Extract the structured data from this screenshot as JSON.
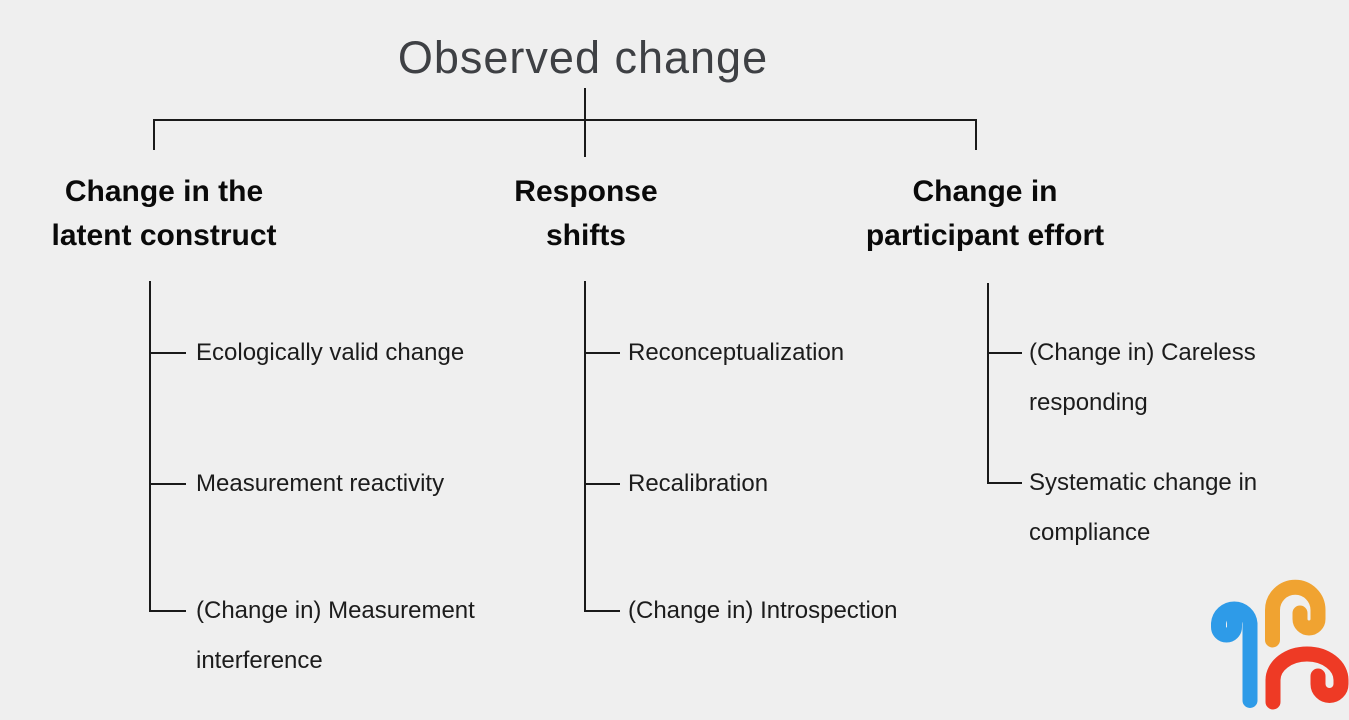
{
  "title": "Observed change",
  "branches": [
    {
      "heading_lines": [
        "Change in the",
        "latent construct"
      ],
      "items": [
        {
          "lines": [
            "Ecologically valid change",
            ""
          ]
        },
        {
          "lines": [
            "Measurement reactivity",
            ""
          ]
        },
        {
          "lines": [
            "(Change in) Measurement",
            "interference"
          ]
        }
      ]
    },
    {
      "heading_lines": [
        "Response",
        "shifts"
      ],
      "items": [
        {
          "lines": [
            "Reconceptualization",
            ""
          ]
        },
        {
          "lines": [
            "Recalibration",
            ""
          ]
        },
        {
          "lines": [
            "(Change in) Introspection",
            ""
          ]
        }
      ]
    },
    {
      "heading_lines": [
        "Change in",
        "participant effort"
      ],
      "items": [
        {
          "lines": [
            "(Change in) Careless",
            "responding"
          ]
        },
        {
          "lines": [
            "Systematic change in",
            "compliance"
          ]
        }
      ]
    }
  ],
  "colors": {
    "background": "#efefef",
    "line": "#1a1a1a",
    "title_text": "#3e4044",
    "heading_text": "#0a0a0a",
    "item_text": "#1c1c1c",
    "logo_blue": "#2e9be8",
    "logo_orange": "#f0a331",
    "logo_red": "#ee3a25"
  },
  "logo_name": "three-hooks-logo"
}
